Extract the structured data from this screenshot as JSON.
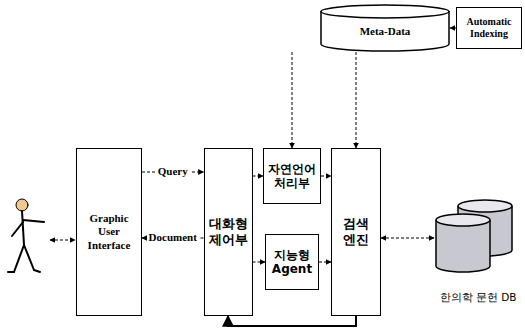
{
  "diagram": {
    "nodes": [
      {
        "text": [
          "Meta-Data"
        ]
      },
      {
        "text": [
          "Automatic Indexing"
        ]
      },
      {
        "text": [
          "Graphic User Interface"
        ]
      },
      {
        "text": [
          "대화형 제어부"
        ]
      },
      {
        "text": [
          "자연언어 처리부"
        ]
      },
      {
        "text": [
          "검색 엔진"
        ]
      },
      {
        "text": [
          "지능형 Agent"
        ]
      },
      {
        "text": [
          "한의학 문헌 DB"
        ]
      }
    ],
    "edges": [
      {
        "from": 2,
        "to": 3,
        "label": "Query",
        "arrow": "to"
      },
      {
        "from": 3,
        "to": 2,
        "label": "Document",
        "arrow": "to"
      },
      {
        "from": 3,
        "to": 4,
        "arrow": "to"
      },
      {
        "from": 3,
        "to": 6,
        "arrow": "to"
      },
      {
        "from": 4,
        "to": 5,
        "arrow": "to"
      },
      {
        "from": 6,
        "to": 5,
        "arrow": "to"
      },
      {
        "from": 0,
        "to": 4,
        "arrow": "to"
      },
      {
        "from": 0,
        "to": 5,
        "arrow": "to"
      },
      {
        "from": 1,
        "to": 0,
        "arrow": "to"
      },
      {
        "from": 5,
        "to": 7,
        "arrow": "both"
      },
      {
        "from": 5,
        "to": 3,
        "arrow": "to"
      }
    ]
  }
}
